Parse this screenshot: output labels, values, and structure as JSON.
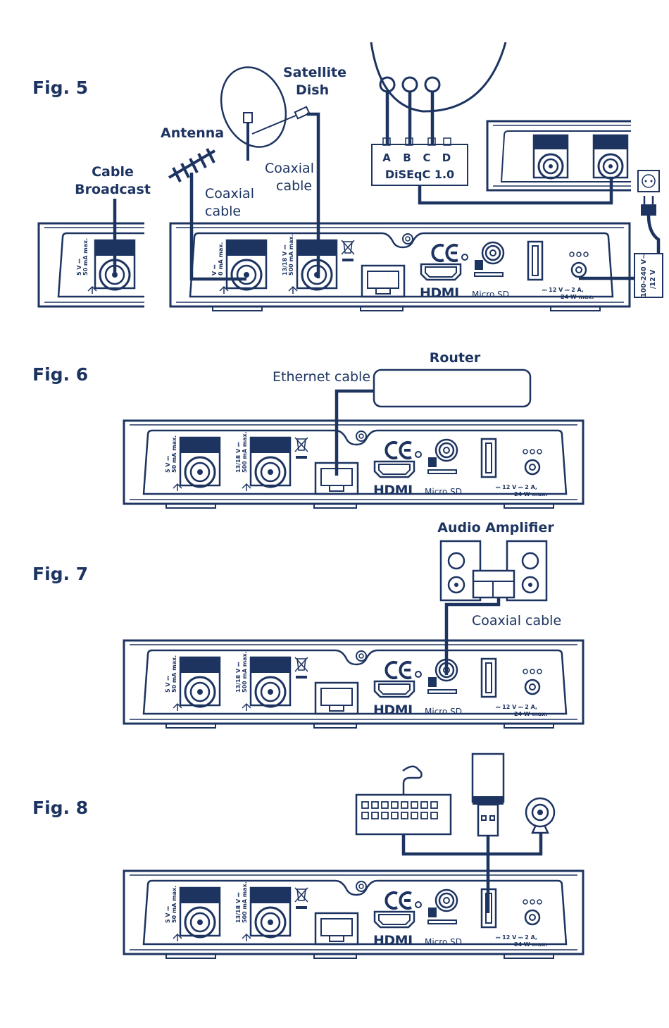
{
  "figures": [
    {
      "id": "fig5",
      "title": "Fig. 5"
    },
    {
      "id": "fig6",
      "title": "Fig. 6"
    },
    {
      "id": "fig7",
      "title": "Fig. 7"
    },
    {
      "id": "fig8",
      "title": "Fig. 8"
    }
  ],
  "fig5": {
    "cable_broadcast_line1": "Cable",
    "cable_broadcast_line2": "Broadcast",
    "antenna": "Antenna",
    "satellite_line1": "Satellite",
    "satellite_line2": "Dish",
    "coax1_line1": "Coaxial",
    "coax1_line2": "cable",
    "coax2_line1": "Coaxial",
    "coax2_line2": "cable",
    "diseqc_ports": [
      "A",
      "B",
      "C",
      "D"
    ],
    "diseqc_label": "DiSEqC 1.0",
    "psu_line1": "100-240 V~",
    "psu_line2": "/12 V"
  },
  "fig6": {
    "router": "Router",
    "ethernet": "Ethernet cable"
  },
  "fig7": {
    "amplifier": "Audio Amplifier",
    "coax": "Coaxial cable"
  },
  "device": {
    "port1_line1": "5 V ⎓",
    "port1_line2": "50 mA max.",
    "port1_fig5_line1": "V ⎓",
    "port1_fig5_line2": "0 mA max.",
    "port2_line1": "13/18 V ⎓",
    "port2_line2": "500 mA max.",
    "ce": "CE",
    "hdmi": "HDMI",
    "microsd": "Micro SD",
    "power_line1": "⎓ 12 V ⎓ 2 A,",
    "power_line2": "24 W max."
  },
  "colors": {
    "navy": "#1d3461",
    "background": "#ffffff"
  }
}
